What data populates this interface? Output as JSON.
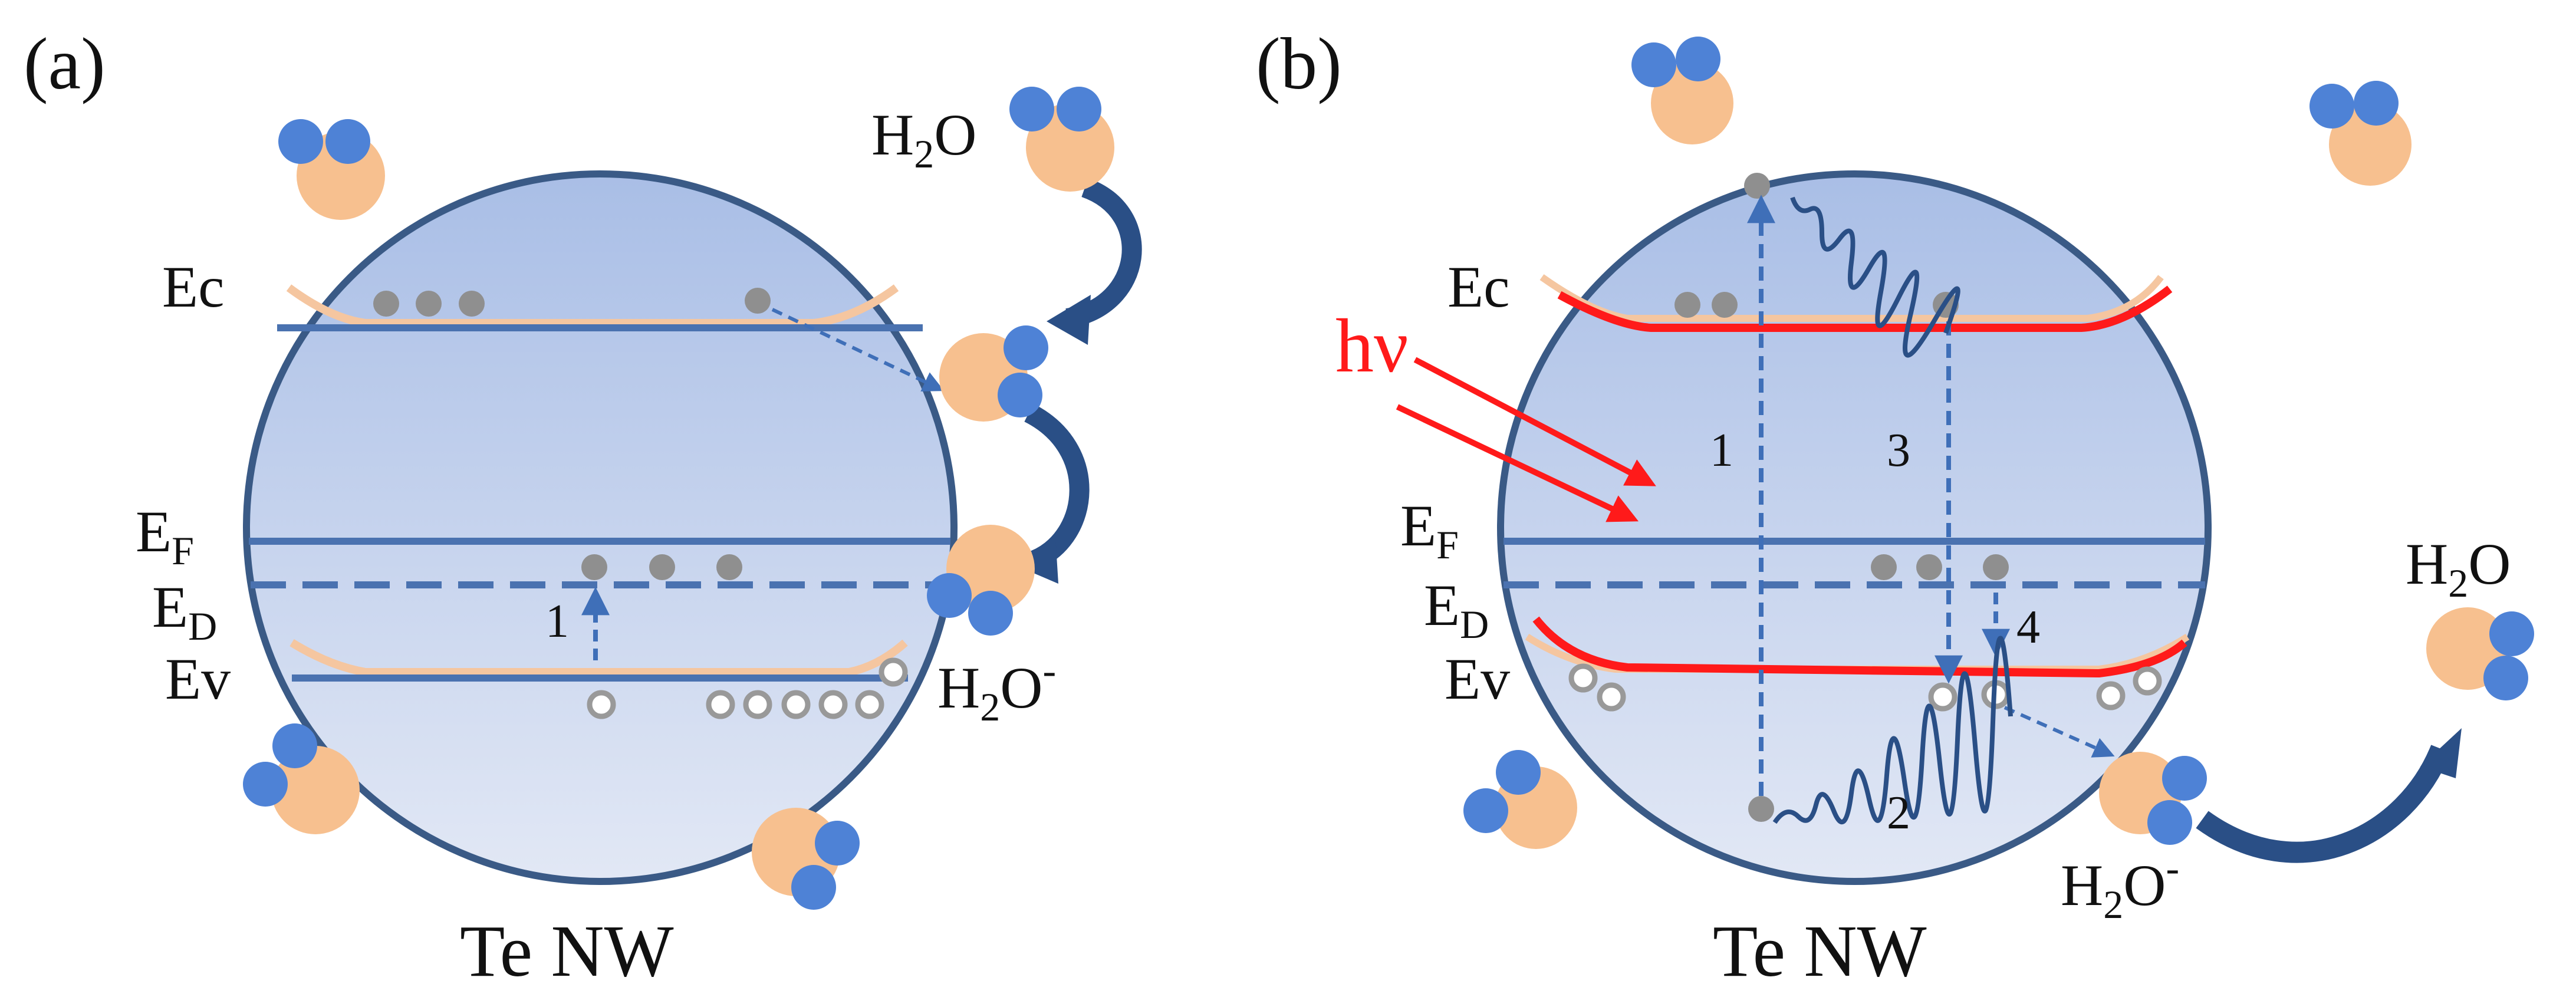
{
  "colors": {
    "nanowire_fill_top": "#aabfe6",
    "nanowire_fill_bottom": "#dfe6f4",
    "nanowire_stroke": "#3a5a86",
    "band_line": "#4a72b0",
    "band_bending": "#f5c6a0",
    "illuminated_band": "#ff1a1a",
    "light_arrow": "#ff1a1a",
    "oxygen": "#f7c08f",
    "hydrogen": "#4e82d6",
    "electron": "#8f8f8f",
    "hole_stroke": "#999999",
    "curved_arrow": "#2a4f86",
    "transition_arrow": "#3f6fb8"
  },
  "panel_a": {
    "label": "(a)",
    "caption": "Te NW",
    "ec": "Ec",
    "ef": "E",
    "ef_sub": "F",
    "ed": "E",
    "ed_sub": "D",
    "ev": "Ev",
    "transition": "1",
    "h2o_main": "H",
    "h2o_sub": "2",
    "h2o_tail": "O",
    "ion_main": "H",
    "ion_sub": "2",
    "ion_tail": "O",
    "ion_sup": "-"
  },
  "panel_b": {
    "label": "(b)",
    "caption": "Te NW",
    "light": "hν",
    "ec": "Ec",
    "ef": "E",
    "ef_sub": "F",
    "ed": "E",
    "ed_sub": "D",
    "ev": "Ev",
    "transition_1": "1",
    "transition_2": "2",
    "transition_3": "3",
    "transition_4": "4",
    "h2o_main": "H",
    "h2o_sub": "2",
    "h2o_tail": "O",
    "ion_main": "H",
    "ion_sub": "2",
    "ion_tail": "O",
    "ion_sup": "-"
  }
}
